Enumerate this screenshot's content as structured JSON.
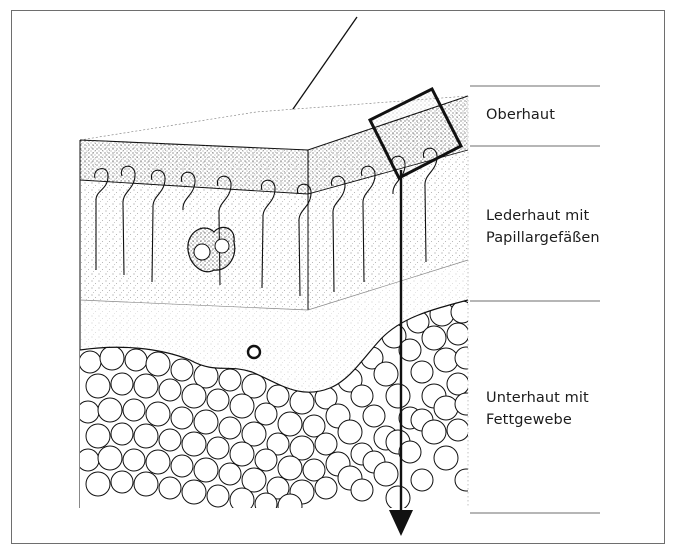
{
  "diagram": {
    "layers": [
      {
        "key": "epidermis",
        "lines": [
          "Oberhaut"
        ]
      },
      {
        "key": "dermis",
        "lines": [
          "Lederhaut mit",
          "Papillargefäßen"
        ]
      },
      {
        "key": "subcutis",
        "lines": [
          "Unterhaut mit",
          "Fettgewebe"
        ]
      }
    ],
    "colors": {
      "ink": "#111111",
      "rule": "#8a8a8a",
      "frame": "#6e6e6e",
      "fat_fill": "#ffffff"
    }
  }
}
